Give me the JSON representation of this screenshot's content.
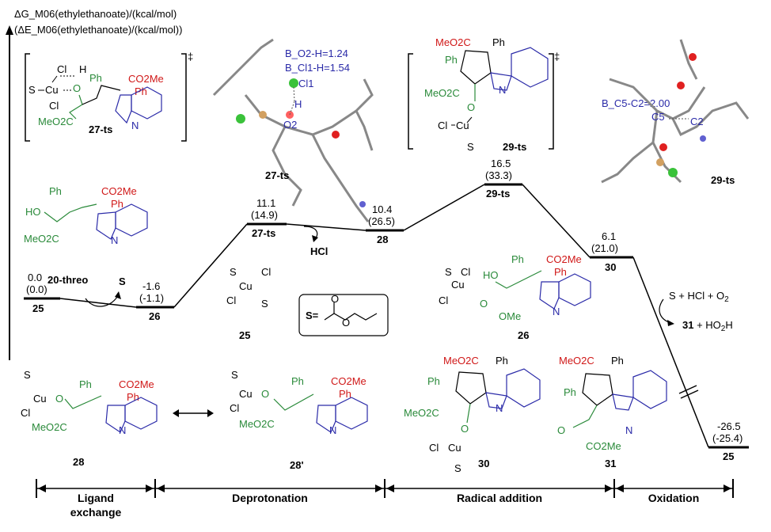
{
  "axis": {
    "title_line1": "ΔG_M06(ethylethanoate)/(kcal/mol)",
    "title_line2": "(ΔE_M06(ethylethanoate)/(kcal/mol))"
  },
  "states": [
    {
      "id": "25",
      "dg": "0.0",
      "de": "(0.0)"
    },
    {
      "id": "26",
      "dg": "-1.6",
      "de": "(-1.1)"
    },
    {
      "id": "27-ts",
      "dg": "11.1",
      "de": "(14.9)"
    },
    {
      "id": "28",
      "dg": "10.4",
      "de": "(26.5)"
    },
    {
      "id": "29-ts",
      "dg": "16.5",
      "de": "(33.3)"
    },
    {
      "id": "30",
      "dg": "6.1",
      "de": "(21.0)"
    },
    {
      "id": "25",
      "dg": "-26.5",
      "de": "(-25.4)"
    }
  ],
  "annotations": {
    "reactant": "20-threo",
    "solvent_symbol": "S",
    "hcl": "HCl",
    "final_reagents_left": "S + HCl + O",
    "final_reagents_o2_sub": "2",
    "final_products_31": "31",
    "final_products_rest": " + HO",
    "final_products_h": "H",
    "final_products_sub": "2",
    "bond_o2h": "B_O2-H=1.24",
    "bond_cl1h": "B_Cl1-H=1.54",
    "bond_c5c2": "B_C5-C2=2.00",
    "atom_cl1": "Cl1",
    "atom_h": "H",
    "atom_o2": "O2",
    "atom_c5": "C5",
    "atom_c2": "C2",
    "ts_mark": "‡",
    "solvent_def": "S="
  },
  "structure_labels": {
    "ts27": "27-ts",
    "ts27_3d": "27-ts",
    "ts29": "29-ts",
    "ts29_3d": "29-ts",
    "s25": "25",
    "s26": "26",
    "s28": "28",
    "s28p": "28'",
    "s30": "30",
    "s31": "31"
  },
  "phases": [
    "Ligand exchange",
    "Deprotonation",
    "Radical addition",
    "Oxidation"
  ],
  "phase_lines": {
    "ligand_1": "Ligand",
    "ligand_2": "exchange"
  },
  "chem_text": {
    "co2me": "CO2Me",
    "meo2c": "MeO2C",
    "ph": "Ph",
    "cu": "Cu",
    "cl": "Cl",
    "s": "S",
    "o": "O",
    "ho": "HO",
    "n": "N",
    "ome": "OMe",
    "h": "H"
  }
}
